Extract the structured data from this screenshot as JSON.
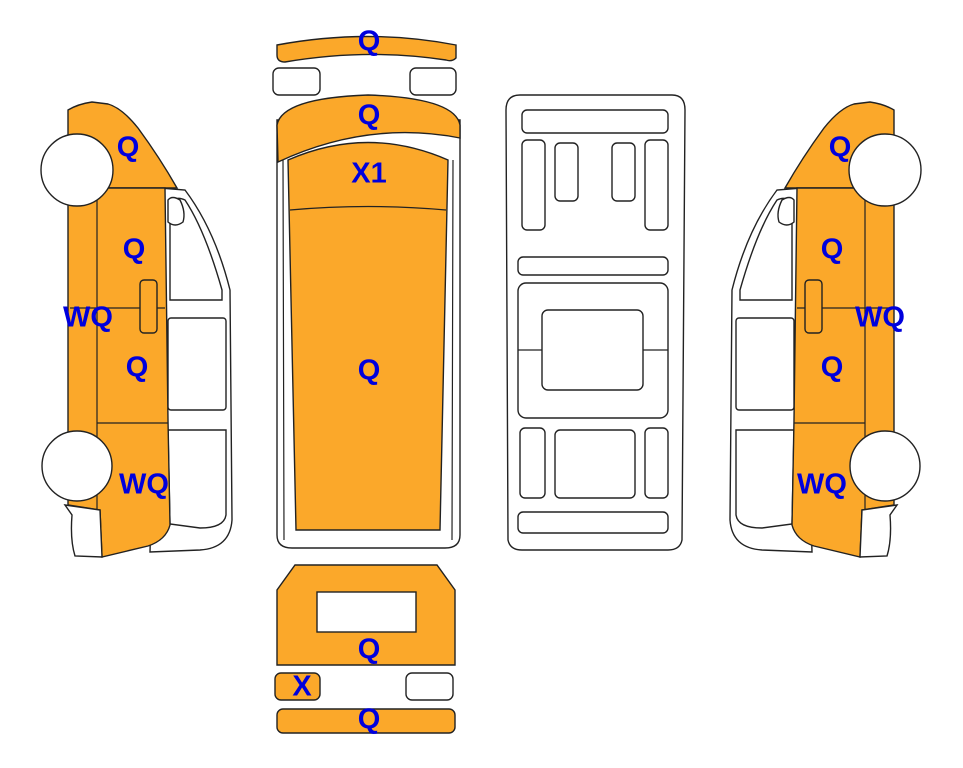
{
  "diagram": {
    "title": "Vehicle damage diagram",
    "colors": {
      "damaged_panel": "#FBA82A",
      "label": "#0000DD",
      "outline": "#222222"
    },
    "labels": {
      "front_bumper": "Q",
      "hood": "Q",
      "windshield": "X1",
      "roof": "Q",
      "rear_door": "Q",
      "rear_light_left": "X",
      "rear_bumper": "Q",
      "left_front_fender": "Q",
      "left_front_door": "Q",
      "left_sill": "WQ",
      "left_rear_door": "Q",
      "left_rear_quarter": "WQ",
      "right_front_fender": "Q",
      "right_front_door": "Q",
      "right_sill": "WQ",
      "right_rear_door": "Q",
      "right_rear_quarter": "WQ"
    }
  }
}
